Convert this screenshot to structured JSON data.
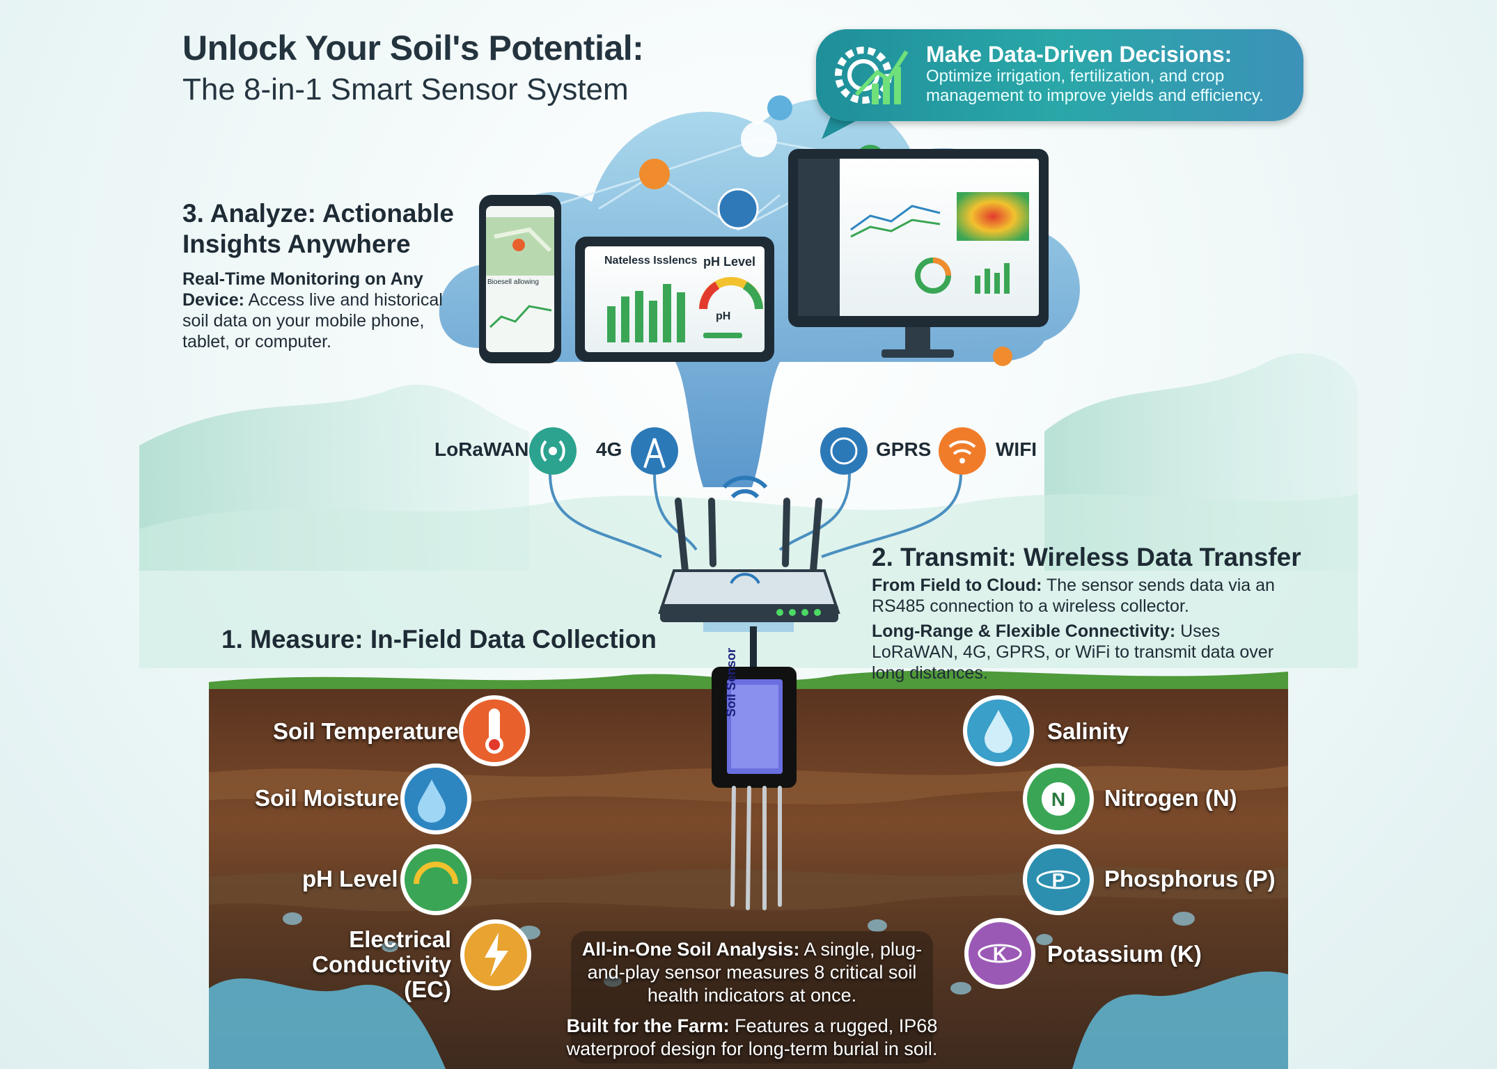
{
  "title": {
    "line1": "Unlock Your Soil's Potential:",
    "line2": "The 8-in-1 Smart Sensor System"
  },
  "callout": {
    "title": "Make Data-Driven Decisions:",
    "body": "Optimize irrigation, fertilization, and crop management to improve yields and efficiency.",
    "icon": "gear-growth-chart-icon"
  },
  "analyze": {
    "heading_line1": "3. Analyze: Actionable",
    "heading_line2": "Insights Anywhere",
    "lead": "Real-Time Monitoring on Any Device:",
    "body": "Access live and historical soil data on your mobile phone, tablet, or computer."
  },
  "devices": {
    "tablet_chart_title": "Nateless Isslencs",
    "tablet_gauge_title": "pH Level",
    "gauge_label": "pH",
    "phone_panel_label": "Bioesell allowing"
  },
  "protocols": [
    {
      "label": "LoRaWAN",
      "icon": "lorawan-signal-icon"
    },
    {
      "label": "4G",
      "icon": "cell-tower-icon"
    },
    {
      "label": "GPRS",
      "icon": "gprs-globe-icon"
    },
    {
      "label": "WIFI",
      "icon": "wifi-icon"
    }
  ],
  "transmit": {
    "heading": "2. Transmit: Wireless Data Transfer",
    "lead1": "From Field to Cloud:",
    "body1": "The sensor sends data via an RS485 connection to a wireless collector.",
    "lead2": "Long-Range & Flexible Connectivity:",
    "body2": "Uses LoRaWAN, 4G, GPRS, or WiFi to transmit data over long distances."
  },
  "measure": {
    "heading": "1. Measure: In-Field Data Collection"
  },
  "sensor": {
    "label": "Soil Sensor"
  },
  "metrics_left": [
    {
      "label": "Soil Temperature",
      "icon": "thermometer-icon",
      "color": "#e8612c"
    },
    {
      "label": "Soil Moisture",
      "icon": "water-drop-percent-icon",
      "color": "#2e86c1"
    },
    {
      "label": "pH Level",
      "icon": "ph-gauge-icon",
      "color": "#3aa655"
    },
    {
      "label": "Electrical Conductivity (EC)",
      "icon": "lightning-bolt-icon",
      "color": "#e8a330"
    }
  ],
  "metrics_right": [
    {
      "label": "Salinity",
      "icon": "salt-drop-icon",
      "color": "#3a9fc9"
    },
    {
      "label": "Nitrogen (N)",
      "icon": "nitrogen-atom-icon",
      "color": "#3aa655"
    },
    {
      "label": "Phosphorus (P)",
      "icon": "phosphorus-atom-icon",
      "color": "#2c8fb0"
    },
    {
      "label": "Potassium (K)",
      "icon": "potassium-atom-icon",
      "color": "#9b59b6"
    }
  ],
  "soil_notes": {
    "lead1": "All-in-One Soil Analysis:",
    "body1": "A single, plug-and-play sensor measures 8 critical soil health indicators at once.",
    "lead2": "Built for the Farm:",
    "body2": "Features a rugged, IP68 waterproof design for long-term burial in soil."
  }
}
